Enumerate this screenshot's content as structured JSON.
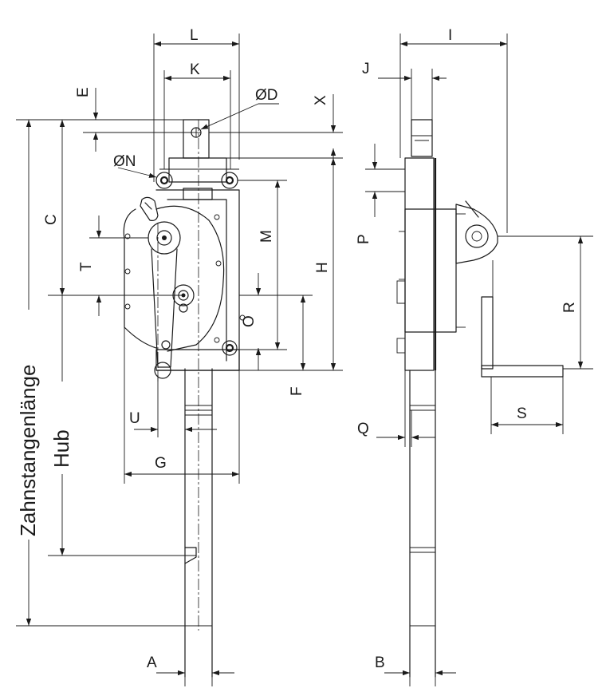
{
  "labels": {
    "L": "L",
    "K": "K",
    "E": "E",
    "X": "X",
    "D": "ØD",
    "N": "ØN",
    "C": "C",
    "T": "T",
    "M": "M",
    "H": "H",
    "O": "O",
    "F": "F",
    "U": "U",
    "G": "G",
    "A": "A",
    "I": "I",
    "J": "J",
    "P": "P",
    "R": "R",
    "Q": "Q",
    "S": "S",
    "B": "B"
  },
  "side_labels": {
    "rack_length": "Zahnstangenlänge",
    "stroke": "Hub"
  }
}
